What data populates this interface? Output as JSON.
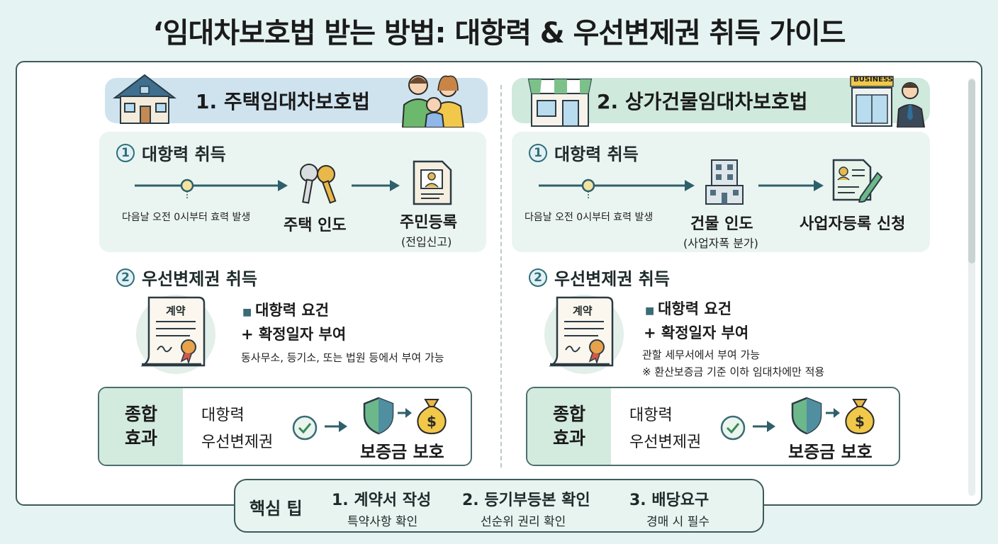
{
  "title": "‘임대차보호법 받는 방법: 대항력 & 우선변제권 취득 가이드",
  "colors": {
    "teal": "#2f6f7a",
    "housing_header": "#cfe3ef",
    "commercial_header": "#cfe9dc",
    "panel": "#eaf5f2",
    "summary_label": "#d3ebdf"
  },
  "housing": {
    "header": "1. 주택임대차보호법",
    "step1": {
      "num": "1",
      "title": "대항력 취득",
      "effect_note": "다음날 오전 0시부터 효력 발생",
      "first": "주택 인도",
      "second": "주민등록",
      "second_sub": "(전입신고)"
    },
    "step2": {
      "num": "2",
      "title": "우선변제권 취득",
      "doc_label": "계약",
      "bullet": "대항력 요건",
      "plus": "+ 확정일자 부여",
      "note1": "동사무소, 등기소, 또는 법원 등에서 부여 가능"
    },
    "summary": {
      "label_line1": "종합",
      "label_line2": "효과",
      "item1": "대항력",
      "item2": "우선변제권",
      "result": "보증금 보호"
    }
  },
  "commercial": {
    "header": "2. 상가건물임대차보호법",
    "sign": "BUSINESS",
    "step1": {
      "num": "1",
      "title": "대항력 취득",
      "effect_note": "다음날 오전 0시부터 효력 발생",
      "first": "건물 인도",
      "first_sub": "(사업자폭 분가)",
      "second": "사업자등록 신청"
    },
    "step2": {
      "num": "2",
      "title": "우선변제권  취득",
      "doc_label": "계약",
      "bullet": "대항력 요건",
      "plus": "+ 확정일자 부여",
      "note1": "관할 세무서에서 부여 가능",
      "note2": "※ 환산보증금 기준 이하 임대차에만 적용"
    },
    "summary": {
      "label_line1": "종합",
      "label_line2": "효과",
      "item1": "대항력",
      "item2": "우선변제권",
      "result": "보증금 보호"
    }
  },
  "tips": {
    "label": "핵심 팁",
    "items": [
      {
        "head": "1. 계약서 작성",
        "sub": "특약사항 확인"
      },
      {
        "head": "2. 등기부등본 확인",
        "sub": "선순위 권리 확인"
      },
      {
        "head": "3. 배당요구",
        "sub": "경매 시 필수"
      }
    ]
  }
}
